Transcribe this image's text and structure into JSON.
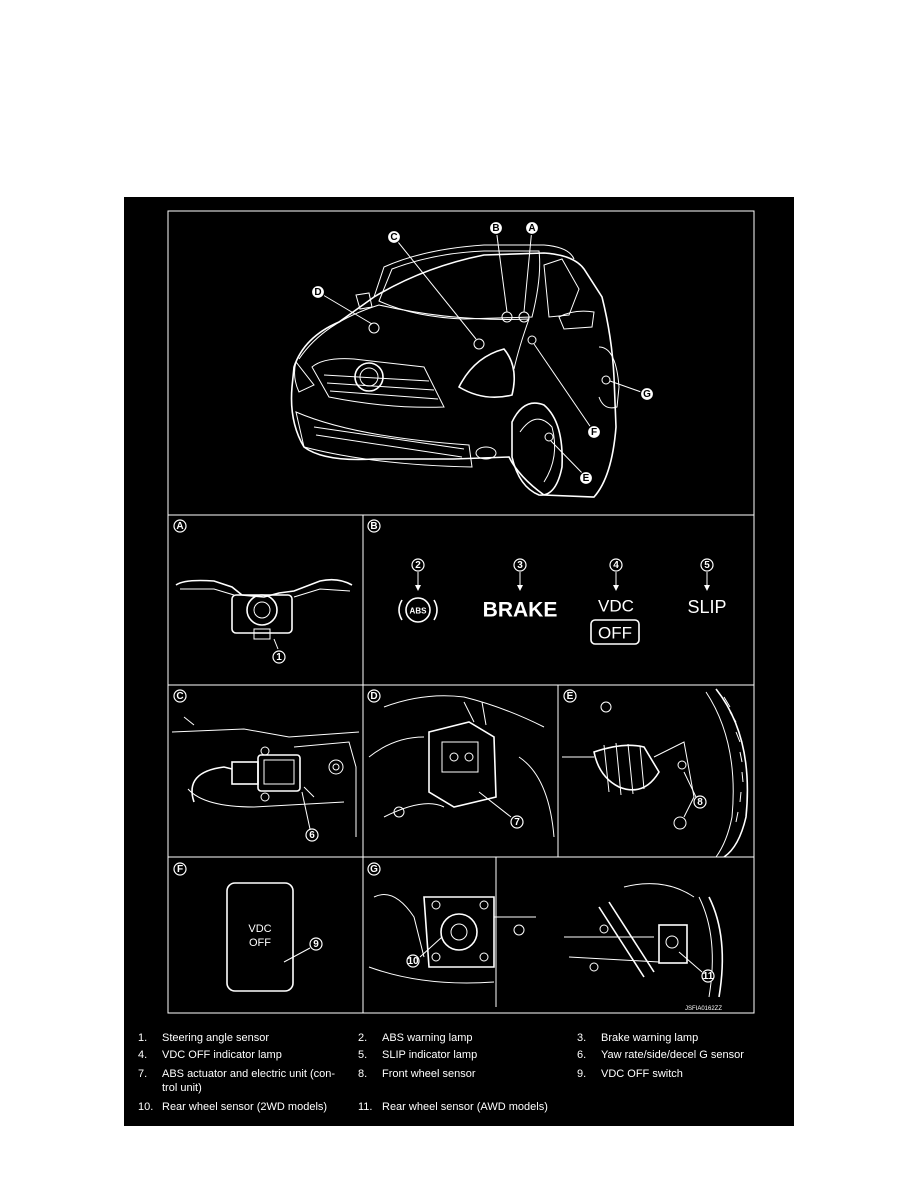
{
  "callouts_car": [
    "A",
    "B",
    "C",
    "D",
    "E",
    "F",
    "G"
  ],
  "panels": {
    "A": {
      "label": "A",
      "part_num": "1"
    },
    "B": {
      "label": "B",
      "items": [
        {
          "num": "2",
          "symbol": "ABS"
        },
        {
          "num": "3",
          "symbol": "BRAKE"
        },
        {
          "num": "4",
          "symbol": "VDC",
          "symbol_sub": "OFF"
        },
        {
          "num": "5",
          "symbol": "SLIP"
        }
      ]
    },
    "C": {
      "label": "C",
      "part_num": "6"
    },
    "D": {
      "label": "D",
      "part_num": "7"
    },
    "E": {
      "label": "E",
      "part_num": "8"
    },
    "F": {
      "label": "F",
      "part_num": "9",
      "switch_text_1": "VDC",
      "switch_text_2": "OFF"
    },
    "G": {
      "label": "G",
      "part_num_left": "10",
      "part_num_right": "11"
    }
  },
  "figure_code": "JSFIA0162ZZ",
  "legend": [
    {
      "num": "1.",
      "text": "Steering angle sensor"
    },
    {
      "num": "2.",
      "text": "ABS warning lamp"
    },
    {
      "num": "3.",
      "text": "Brake warning lamp"
    },
    {
      "num": "4.",
      "text": "VDC OFF indicator lamp"
    },
    {
      "num": "5.",
      "text": "SLIP indicator lamp"
    },
    {
      "num": "6.",
      "text": "Yaw rate/side/decel G sensor"
    },
    {
      "num": "7.",
      "text": "ABS actuator and electric unit (con-",
      "text2": "trol unit)"
    },
    {
      "num": "8.",
      "text": "Front wheel sensor"
    },
    {
      "num": "9.",
      "text": "VDC OFF switch"
    },
    {
      "num": "10.",
      "text": "Rear wheel sensor (2WD models)"
    },
    {
      "num": "11.",
      "text": "Rear wheel sensor (AWD models)"
    }
  ]
}
